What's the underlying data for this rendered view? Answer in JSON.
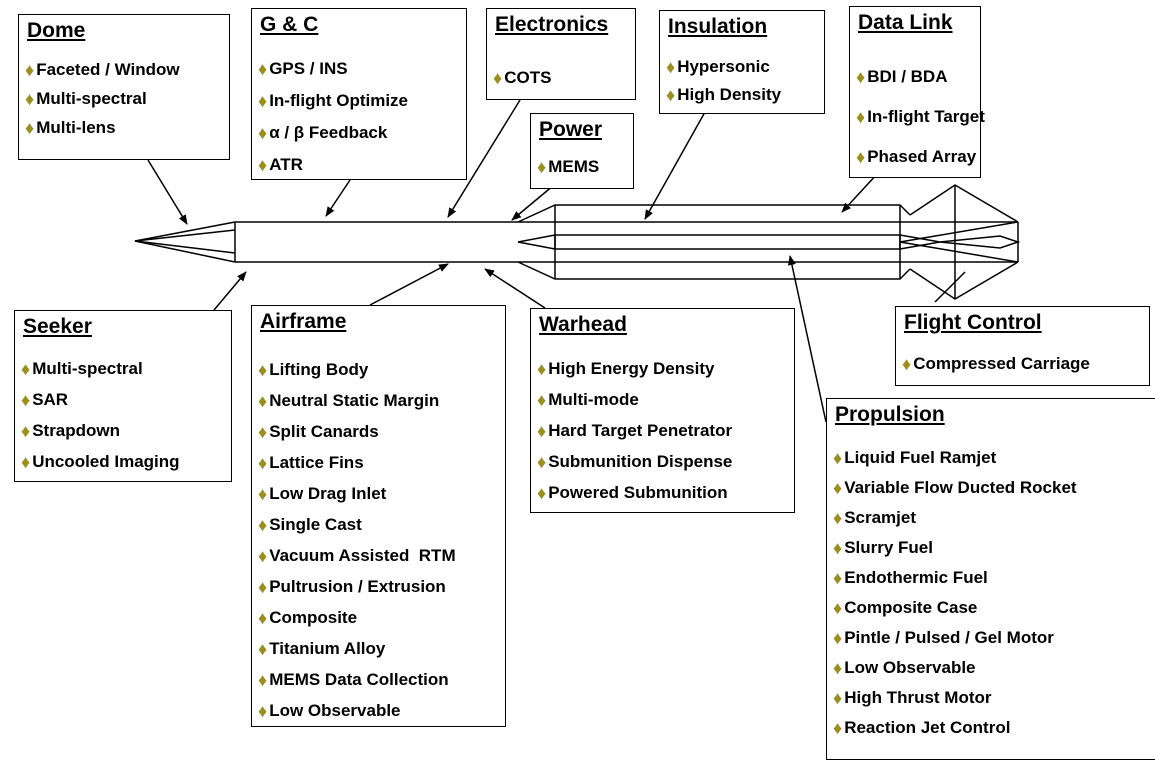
{
  "colors": {
    "bullet": "#9b8f1e",
    "line": "#000000"
  },
  "bullet_glyph": "♦",
  "boxes": {
    "dome": {
      "title": "Dome",
      "items": [
        "Faceted / Window",
        "Multi-spectral",
        "Multi-lens"
      ]
    },
    "gc": {
      "title": "G & C",
      "items": [
        "GPS / INS",
        "In-flight Optimize",
        "α / β Feedback",
        "ATR"
      ]
    },
    "electronics": {
      "title": "Electronics",
      "items": [
        "COTS"
      ]
    },
    "power": {
      "title": "Power",
      "items": [
        "MEMS"
      ]
    },
    "insulation": {
      "title": "Insulation",
      "items": [
        "Hypersonic",
        "High Density"
      ]
    },
    "datalink": {
      "title": "Data Link",
      "items": [
        "BDI / BDA",
        "In-flight Target",
        "Phased Array"
      ]
    },
    "seeker": {
      "title": "Seeker",
      "items": [
        "Multi-spectral",
        "SAR",
        "Strapdown",
        "Uncooled Imaging"
      ]
    },
    "airframe": {
      "title": "Airframe",
      "items": [
        "Lifting Body",
        "Neutral Static Margin",
        "Split Canards",
        "Lattice Fins",
        "Low Drag Inlet",
        "Single Cast",
        "Vacuum Assisted  RTM",
        "Pultrusion / Extrusion",
        "Composite",
        "Titanium Alloy",
        "MEMS Data Collection",
        "Low Observable"
      ]
    },
    "warhead": {
      "title": "Warhead",
      "items": [
        "High Energy Density",
        "Multi-mode",
        "Hard Target Penetrator",
        "Submunition Dispense",
        "Powered Submunition"
      ]
    },
    "flightcontrol": {
      "title": "Flight Control",
      "items": [
        "Compressed Carriage"
      ]
    },
    "propulsion": {
      "title": "Propulsion",
      "items": [
        "Liquid Fuel Ramjet",
        "Variable Flow Ducted Rocket",
        "Scramjet",
        "Slurry Fuel",
        "Endothermic Fuel",
        "Composite Case",
        "Pintle / Pulsed / Gel Motor",
        "Low Observable",
        "High Thrust Motor",
        "Reaction Jet Control"
      ]
    }
  }
}
